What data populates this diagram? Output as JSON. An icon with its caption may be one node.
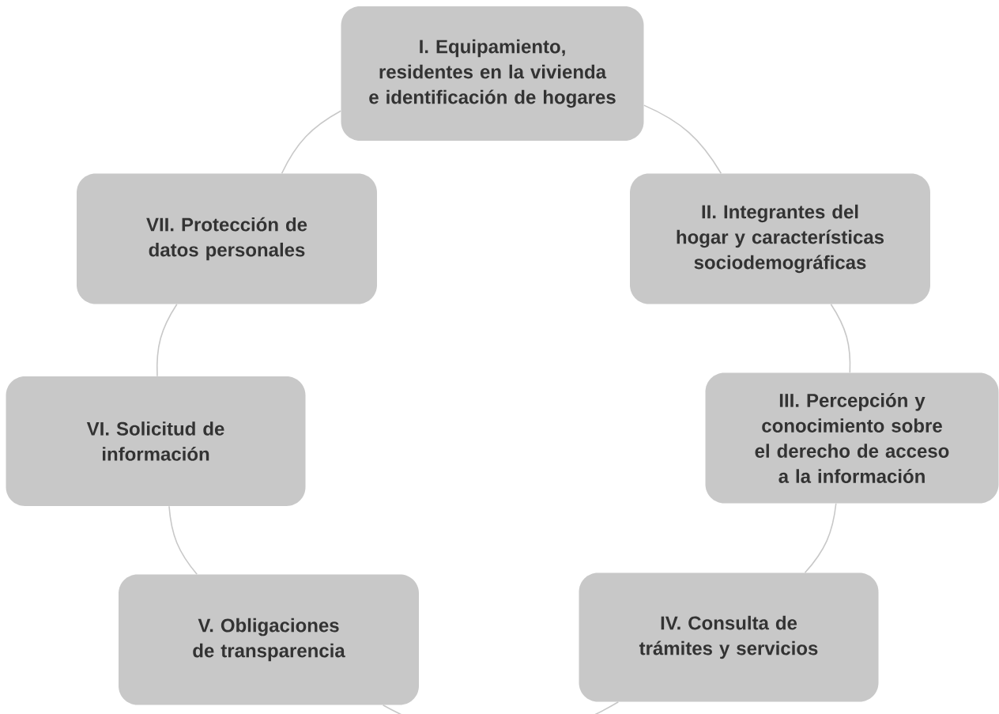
{
  "diagram": {
    "nodes": [
      {
        "text": [
          "I. Equipamiento, residentes en la vivienda e identificación de hogares"
        ]
      },
      {
        "text": [
          "II. Integrantes del hogar y características sociodemográficas"
        ]
      },
      {
        "text": [
          "III. Percepción y conocimiento sobre el derecho de acceso a la información"
        ]
      },
      {
        "text": [
          "IV. Consulta de trámites y servicios"
        ]
      },
      {
        "text": [
          "V. Obligaciones de transparencia"
        ]
      },
      {
        "text": [
          "VI. Solicitud de información"
        ]
      },
      {
        "text": [
          "VII. Protección de datos personales"
        ]
      }
    ],
    "edges": [
      {
        "from": 0,
        "to": 1,
        "arrow": "none"
      },
      {
        "from": 1,
        "to": 2,
        "arrow": "none"
      },
      {
        "from": 2,
        "to": 3,
        "arrow": "none"
      },
      {
        "from": 3,
        "to": 4,
        "arrow": "none"
      },
      {
        "from": 4,
        "to": 5,
        "arrow": "none"
      },
      {
        "from": 5,
        "to": 6,
        "arrow": "none"
      },
      {
        "from": 6,
        "to": 0,
        "arrow": "none"
      }
    ]
  }
}
